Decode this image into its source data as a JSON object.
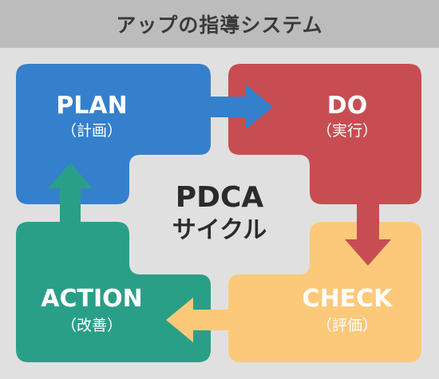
{
  "header": {
    "title": "アップの指導システム"
  },
  "center": {
    "title": "PDCA",
    "subtitle": "サイクル"
  },
  "quadrants": {
    "plan": {
      "label": "PLAN",
      "sub": "（計画）",
      "color": "#3580cc"
    },
    "do": {
      "label": "DO",
      "sub": "（実行）",
      "color": "#c84d52"
    },
    "check": {
      "label": "CHECK",
      "sub": "（評価）",
      "color": "#fcc97a"
    },
    "action": {
      "label": "ACTION",
      "sub": "（改善）",
      "color": "#2a9f88"
    }
  },
  "colors": {
    "background": "#e0e0e0",
    "header_bg": "#bcbcbc",
    "text_light": "#ffffff",
    "text_dark": "#2b2b2b"
  }
}
